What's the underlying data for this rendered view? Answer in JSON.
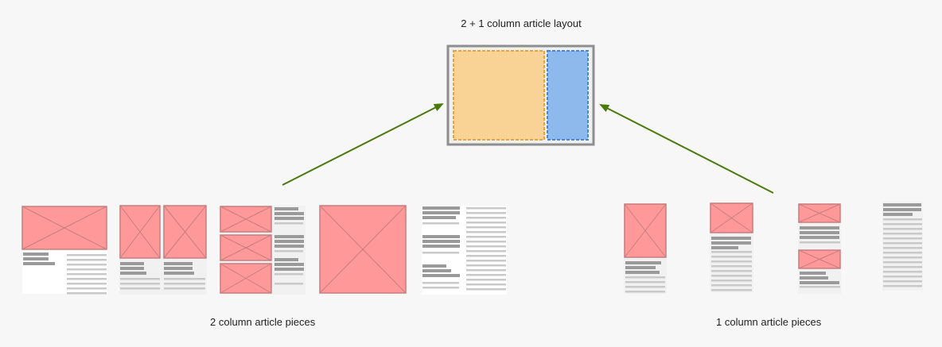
{
  "title": "2 + 1 column article layout",
  "groups": {
    "two_column": "2 column article pieces",
    "one_column": "1 column article pieces"
  },
  "colors": {
    "main_column": "#f9d395",
    "main_column_border": "#e8a33a",
    "side_column": "#8db9ec",
    "side_column_border": "#4a86d1",
    "image_placeholder": "#ff9999",
    "image_border": "#c77e7e",
    "heading_bar": "#9a9a9a",
    "text_line": "#c9c9c9",
    "arrow": "#4a7a0c"
  }
}
